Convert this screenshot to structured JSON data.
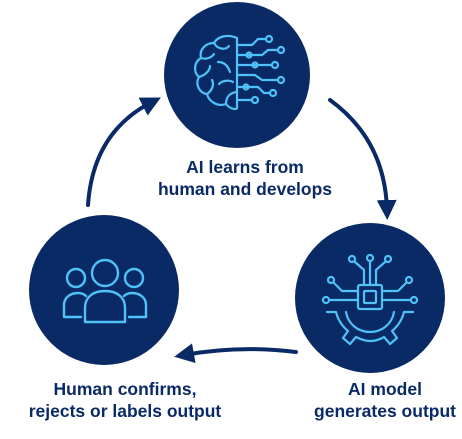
{
  "colors": {
    "circle_fill": "#0a2a66",
    "icon_stroke": "#4fc3f7",
    "arrow": "#0a2a66",
    "text": "#0a2a66",
    "background": "#ffffff"
  },
  "nodes": [
    {
      "id": "top",
      "icon": "brain-circuit-icon",
      "lines": [
        "AI learns from",
        "human and develops"
      ]
    },
    {
      "id": "right",
      "icon": "chip-gear-icon",
      "lines": [
        "AI model",
        "generates output"
      ]
    },
    {
      "id": "left",
      "icon": "people-group-icon",
      "lines": [
        "Human confirms,",
        "rejects or labels output"
      ]
    }
  ]
}
